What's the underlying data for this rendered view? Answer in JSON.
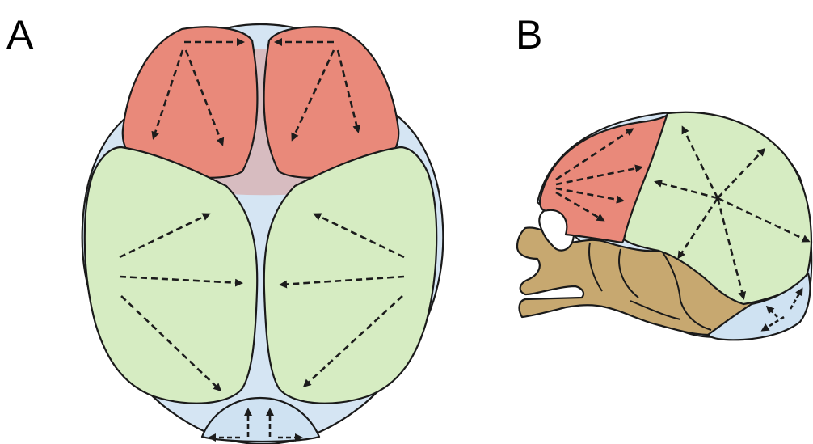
{
  "panels": [
    {
      "id": "A",
      "label": "A",
      "view": "top"
    },
    {
      "id": "B",
      "label": "B",
      "view": "side"
    }
  ],
  "colors": {
    "frontal": "#e9897a",
    "parietal": "#d6ecc2",
    "occipital": "#cfe2f2",
    "fontanelle": "#d7bcc0",
    "membrane": "#d5e5f3",
    "face_base": "#c7a870",
    "outline": "#1a1a1a",
    "arrow": "#1c1c1c"
  }
}
